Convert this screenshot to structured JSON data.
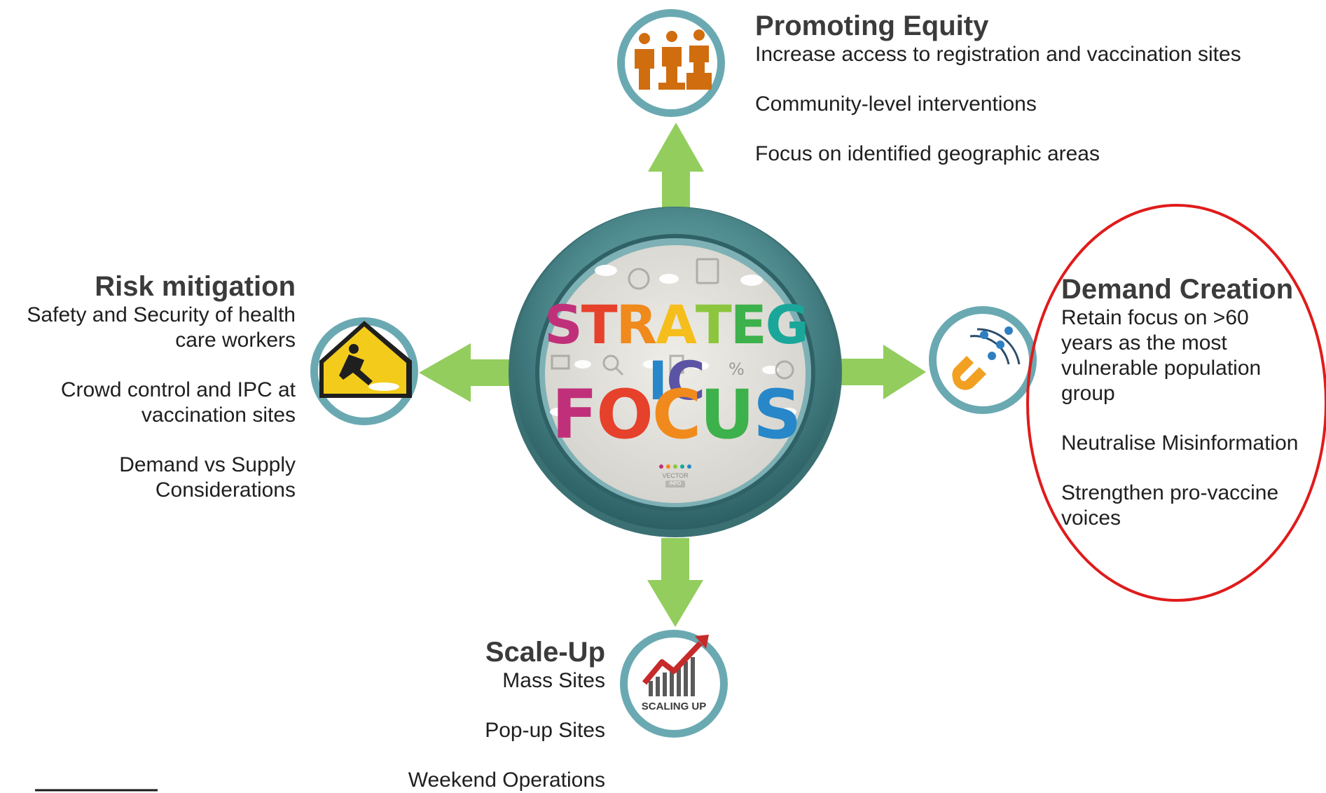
{
  "center": {
    "word1": "STRATEGIC",
    "word2": "FOCUS",
    "word1_colors": [
      "#c0307a",
      "#e6412b",
      "#f08a1c",
      "#f6be1c",
      "#8cc63e",
      "#3db14b",
      "#1aa79a",
      "#2787c9",
      "#5b54a5"
    ],
    "word2_colors": [
      "#c0307a",
      "#e6412b",
      "#f08a1c",
      "#3db14b",
      "#2787c9"
    ],
    "badge_top": "VECTOR",
    "badge_bottom": "INFO"
  },
  "promoting_equity": {
    "title": "Promoting Equity",
    "items": [
      "Increase access to registration and vaccination sites",
      "Community-level interventions",
      "Focus on identified geographic areas"
    ]
  },
  "risk_mitigation": {
    "title": "Risk mitigation",
    "items": [
      [
        "Safety and Security of health",
        "care workers"
      ],
      [
        "Crowd control and IPC at",
        "vaccination sites"
      ],
      [
        "Demand vs Supply",
        "Considerations"
      ]
    ]
  },
  "demand_creation": {
    "title": "Demand Creation",
    "items": [
      [
        "Retain focus on >60",
        "years as the most",
        "vulnerable population",
        "group"
      ],
      [
        "Neutralise Misinformation"
      ],
      [
        "Strengthen pro-vaccine",
        "voices"
      ]
    ]
  },
  "scale_up": {
    "title": "Scale-Up",
    "icon_label": "SCALING UP",
    "items": [
      "Mass Sites",
      "Pop-up Sites",
      "Weekend Operations"
    ]
  },
  "colors": {
    "arrow": "#92cd5e",
    "ring_outer": "#2f6e70",
    "ring_teal": "#6aa7ae",
    "icon_ring": "#6aa9b2",
    "highlight": "#e01b1b",
    "people_icon": "#d06d0f",
    "warning_sign": "#f3cc1b",
    "scaling_arrow": "#c62a2a"
  }
}
